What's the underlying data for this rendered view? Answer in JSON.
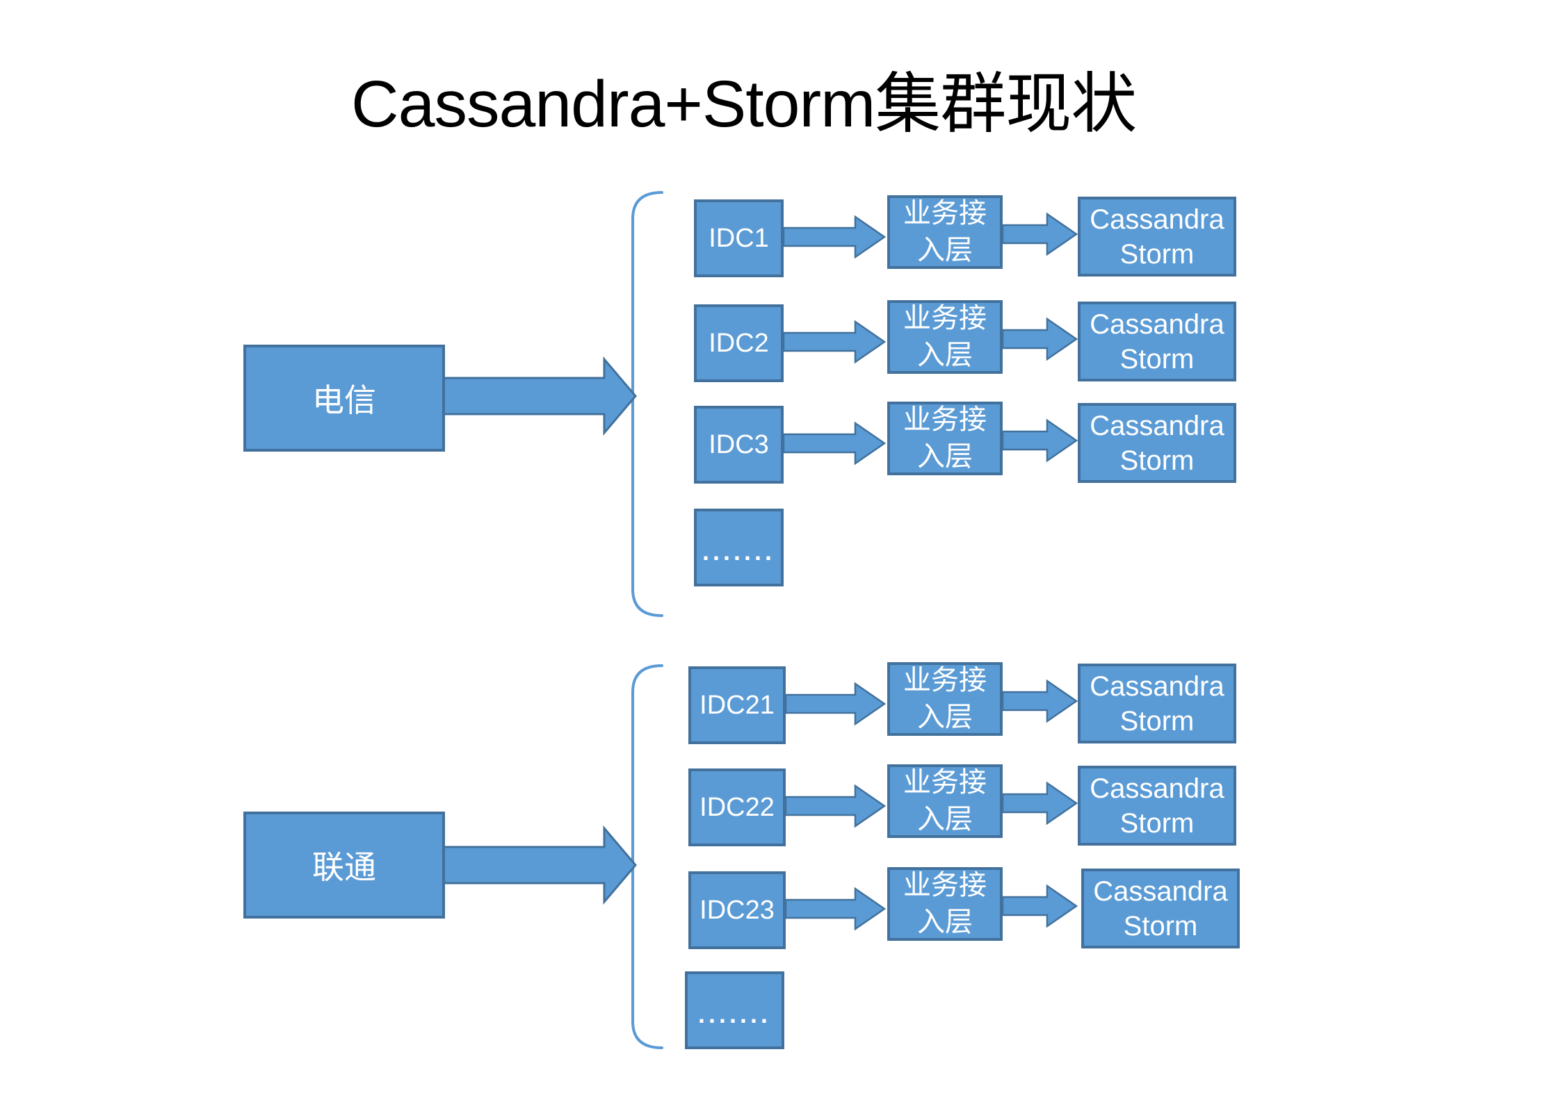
{
  "title": "Cassandra+Storm集群现状",
  "colors": {
    "background": "#FFFFFF",
    "title_text": "#000000",
    "box_fill": "#5B9BD5",
    "box_border": "#41719C",
    "box_text": "#FFFFFF",
    "arrow_fill": "#5B9BD5",
    "arrow_border": "#41719C",
    "bracket_stroke": "#5B9BD5"
  },
  "groups": [
    {
      "id": "telecom",
      "source_label": "电信",
      "rows": [
        {
          "idc_label": "IDC1",
          "access_line1": "业务接",
          "access_line2": "入层",
          "db_line1": "Cassandra",
          "db_line2": "Storm"
        },
        {
          "idc_label": "IDC2",
          "access_line1": "业务接",
          "access_line2": "入层",
          "db_line1": "Cassandra",
          "db_line2": "Storm"
        },
        {
          "idc_label": "IDC3",
          "access_line1": "业务接",
          "access_line2": "入层",
          "db_line1": "Cassandra",
          "db_line2": "Storm"
        },
        {
          "ellipsis_label": "......."
        }
      ]
    },
    {
      "id": "unicom",
      "source_label": "联通",
      "rows": [
        {
          "idc_label": "IDC21",
          "access_line1": "业务接",
          "access_line2": "入层",
          "db_line1": "Cassandra",
          "db_line2": "Storm"
        },
        {
          "idc_label": "IDC22",
          "access_line1": "业务接",
          "access_line2": "入层",
          "db_line1": "Cassandra",
          "db_line2": "Storm"
        },
        {
          "idc_label": "IDC23",
          "access_line1": "业务接",
          "access_line2": "入层",
          "db_line1": "Cassandra",
          "db_line2": "Storm"
        },
        {
          "ellipsis_label": "......."
        }
      ]
    }
  ]
}
